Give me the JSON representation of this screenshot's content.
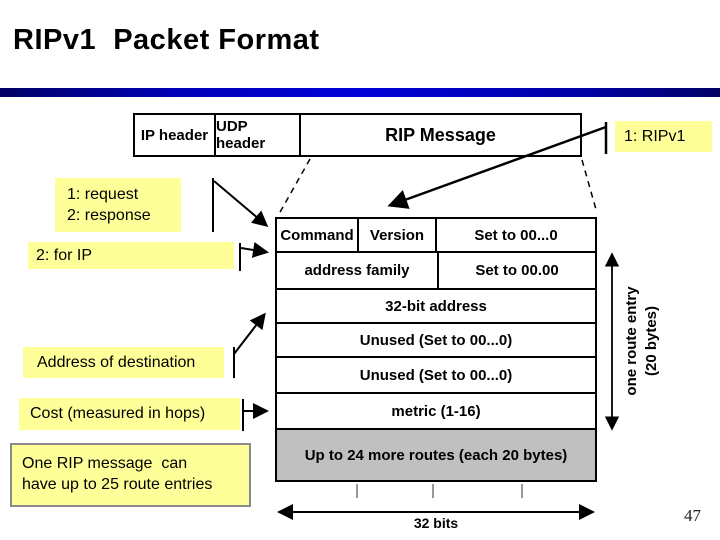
{
  "slide": {
    "title": "RIPv1  Packet Format",
    "page_number": "47"
  },
  "encapsulation": {
    "cells": [
      "IP header",
      "UDP header",
      "RIP Message"
    ]
  },
  "callouts": {
    "ripv1": "1: RIPv1",
    "request_response": [
      "1: request",
      "2: response"
    ],
    "for_ip": "2: for IP",
    "address_destination": "Address of destination",
    "cost": "Cost (measured in hops)",
    "note": [
      "One RIP message  can",
      "have up to 25 route entries"
    ]
  },
  "packet": {
    "row1": [
      "Command",
      "Version",
      "Set to 00...0"
    ],
    "row2": [
      "address family",
      "Set to 00.00"
    ],
    "row3": "32-bit address",
    "row4": "Unused (Set to 00...0)",
    "row5": "Unused (Set to 00...0)",
    "row6": "metric (1-16)",
    "row7": "Up to 24 more routes (each 20 bytes)"
  },
  "annotations": {
    "route_entry": [
      "one route entry",
      "(20 bytes)"
    ],
    "width_label": "32 bits"
  },
  "colors": {
    "accent_bar_blue": "#0000CC",
    "callout_yellow": "#FFFF99",
    "more_routes_gray": "#C0C0C0"
  }
}
